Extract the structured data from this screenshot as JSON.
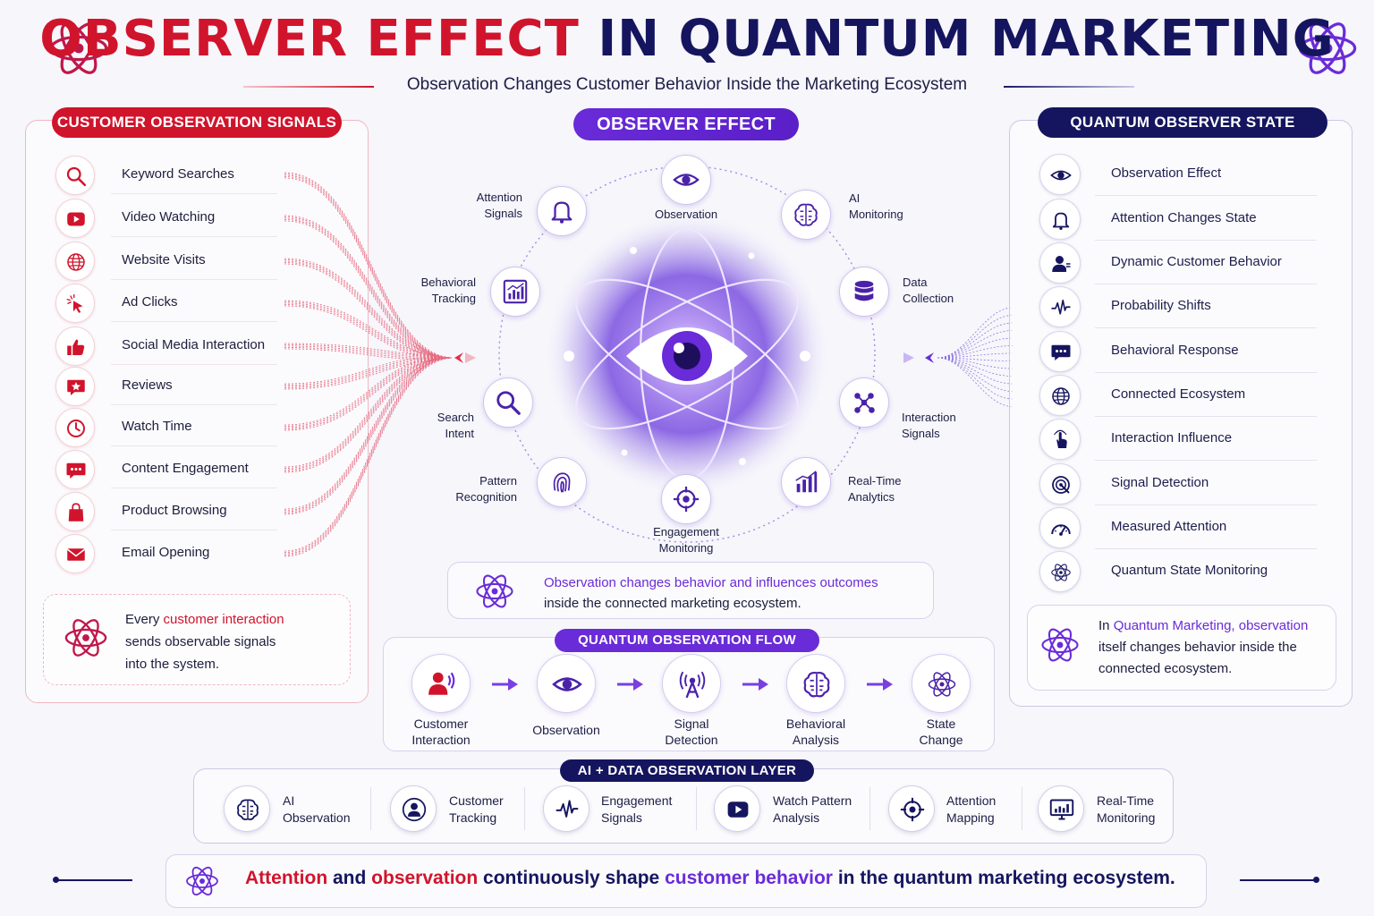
{
  "title": {
    "part1": "OBSERVER EFFECT",
    "part2": "IN QUANTUM MARKETING"
  },
  "subtitle": "Observation Changes Customer Behavior Inside the Marketing Ecosystem",
  "left_panel": {
    "heading": "CUSTOMER OBSERVATION SIGNALS",
    "items": [
      {
        "label": "Keyword Searches",
        "icon": "search-icon"
      },
      {
        "label": "Video Watching",
        "icon": "video-play-icon"
      },
      {
        "label": "Website Visits",
        "icon": "globe-icon"
      },
      {
        "label": "Ad Clicks",
        "icon": "cursor-click-icon"
      },
      {
        "label": "Social Media Interaction",
        "icon": "thumbs-up-icon"
      },
      {
        "label": "Reviews",
        "icon": "review-star-icon"
      },
      {
        "label": "Watch Time",
        "icon": "clock-icon"
      },
      {
        "label": "Content Engagement",
        "icon": "chat-bubble-icon"
      },
      {
        "label": "Product Browsing",
        "icon": "shopping-bag-icon"
      },
      {
        "label": "Email Opening",
        "icon": "envelope-icon"
      }
    ],
    "note": {
      "pre": "Every ",
      "highlight": "customer interaction",
      "line2": "sends observable signals",
      "line3": "into the system."
    }
  },
  "center": {
    "heading": "OBSERVER EFFECT",
    "nodes": [
      {
        "label": "Observation",
        "icon": "eye-icon"
      },
      {
        "label": "AI\nMonitoring",
        "icon": "brain-icon"
      },
      {
        "label": "Data\nCollection",
        "icon": "database-icon"
      },
      {
        "label": "Interaction\nSignals",
        "icon": "network-nodes-icon"
      },
      {
        "label": "Real-Time\nAnalytics",
        "icon": "bar-chart-icon"
      },
      {
        "label": "Engagement\nMonitoring",
        "icon": "target-icon"
      },
      {
        "label": "Pattern\nRecognition",
        "icon": "fingerprint-icon"
      },
      {
        "label": "Search\nIntent",
        "icon": "search-icon"
      },
      {
        "label": "Behavioral\nTracking",
        "icon": "chart-board-icon"
      },
      {
        "label": "Attention\nSignals",
        "icon": "bell-icon"
      }
    ],
    "note": {
      "highlight": "Observation changes behavior and influences outcomes",
      "line2": "inside the connected marketing ecosystem."
    }
  },
  "right_panel": {
    "heading": "QUANTUM OBSERVER STATE",
    "items": [
      {
        "label": "Observation Effect",
        "icon": "eye-icon"
      },
      {
        "label": "Attention Changes State",
        "icon": "bell-icon"
      },
      {
        "label": "Dynamic Customer Behavior",
        "icon": "user-icon"
      },
      {
        "label": "Probability Shifts",
        "icon": "waveform-icon"
      },
      {
        "label": "Behavioral Response",
        "icon": "chat-bubble-icon"
      },
      {
        "label": "Connected Ecosystem",
        "icon": "globe-icon"
      },
      {
        "label": "Interaction Influence",
        "icon": "pointer-hand-icon"
      },
      {
        "label": "Signal Detection",
        "icon": "radar-icon"
      },
      {
        "label": "Measured Attention",
        "icon": "gauge-icon"
      },
      {
        "label": "Quantum State Monitoring",
        "icon": "atom-icon"
      }
    ],
    "note": {
      "pre": "In ",
      "highlight": "Quantum Marketing, observation",
      "line2": "itself changes behavior inside the",
      "line3": "connected ecosystem."
    }
  },
  "flow": {
    "heading": "QUANTUM OBSERVATION FLOW",
    "steps": [
      {
        "label": "Customer\nInteraction",
        "icon": "customer-signal-icon"
      },
      {
        "label": "Observation",
        "icon": "eye-icon"
      },
      {
        "label": "Signal\nDetection",
        "icon": "antenna-icon"
      },
      {
        "label": "Behavioral\nAnalysis",
        "icon": "brain-icon"
      },
      {
        "label": "State\nChange",
        "icon": "atom-icon"
      }
    ]
  },
  "ai_layer": {
    "heading": "AI + DATA OBSERVATION LAYER",
    "items": [
      {
        "label": "AI\nObservation",
        "icon": "brain-icon"
      },
      {
        "label": "Customer\nTracking",
        "icon": "user-target-icon"
      },
      {
        "label": "Engagement\nSignals",
        "icon": "waveform-icon"
      },
      {
        "label": "Watch Pattern\nAnalysis",
        "icon": "video-play-icon"
      },
      {
        "label": "Attention\nMapping",
        "icon": "crosshair-icon"
      },
      {
        "label": "Real-Time\nMonitoring",
        "icon": "monitor-chart-icon"
      }
    ]
  },
  "footer": {
    "w1": "Attention",
    "w2": " and ",
    "w3": "observation",
    "w4": " continuously shape ",
    "w5": "customer behavior",
    "w6": " in the quantum marketing ecosystem."
  },
  "colors": {
    "red": "#d0142c",
    "navy": "#15155f",
    "purple": "#6a2bd8"
  }
}
